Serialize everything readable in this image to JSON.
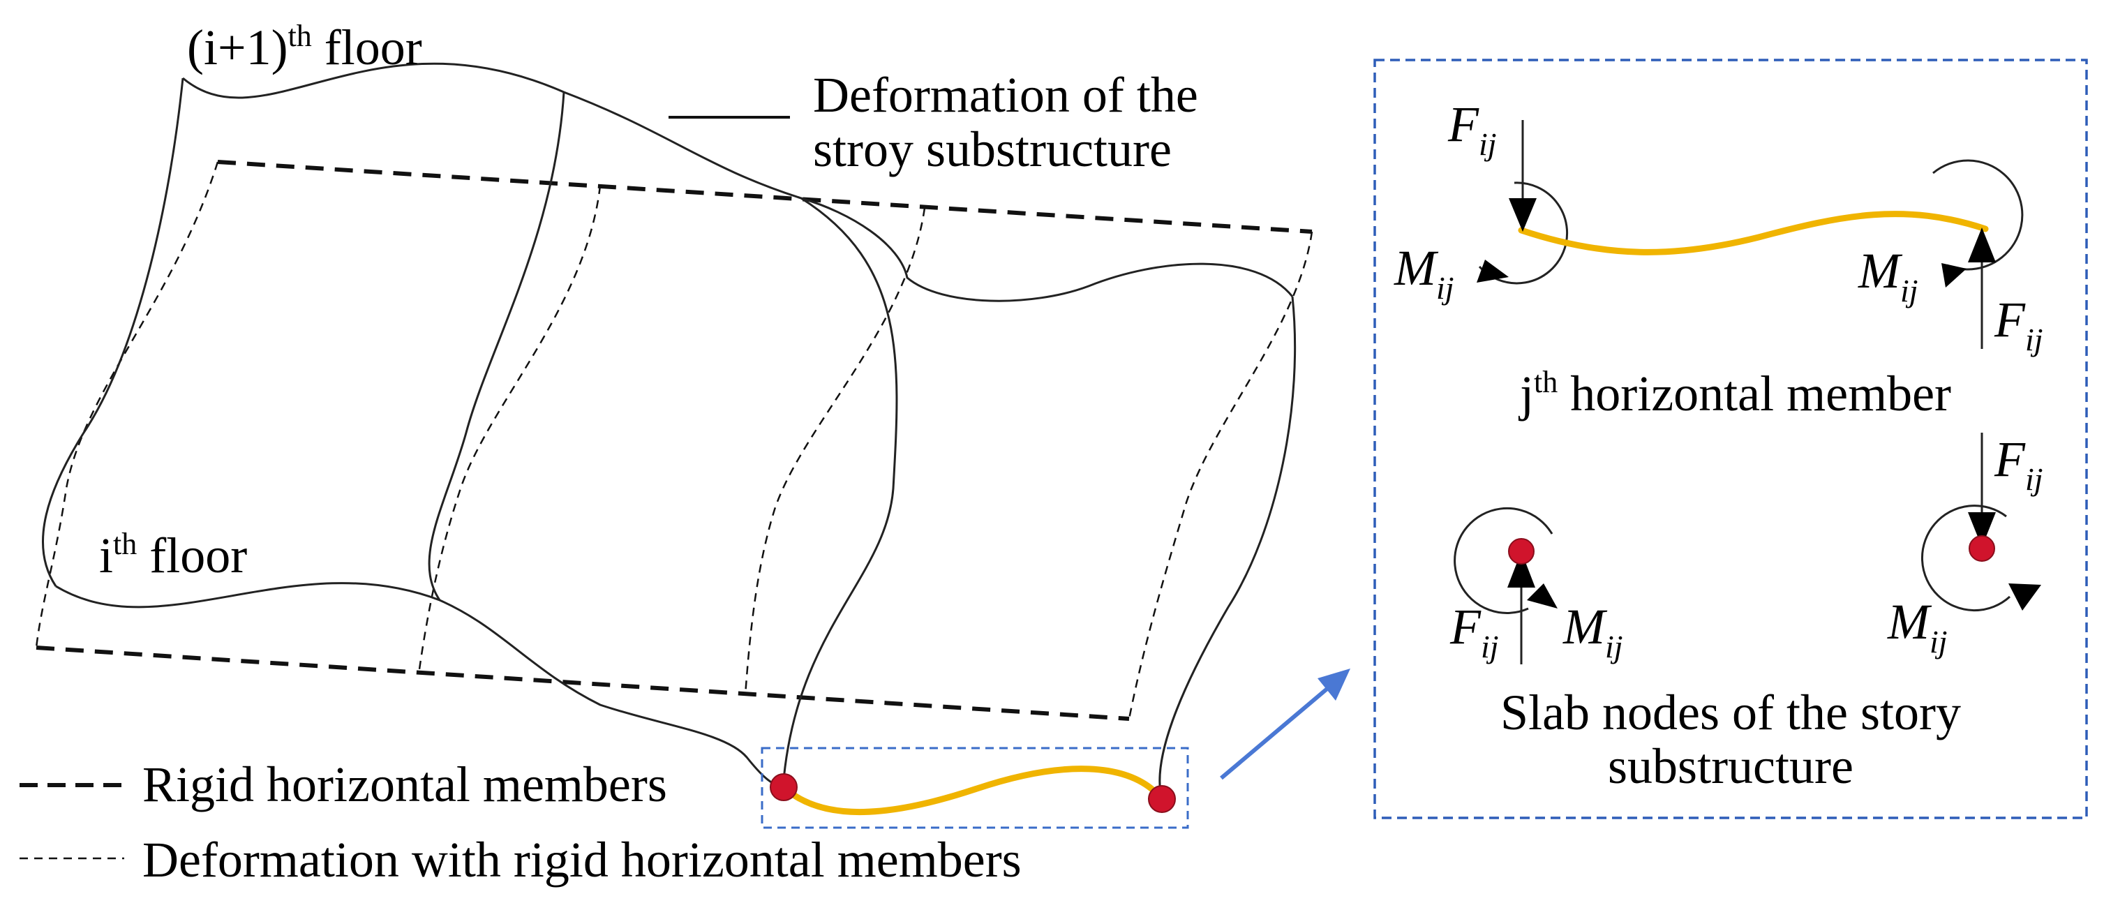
{
  "left": {
    "upper_floor_label": {
      "base": "(i+1)",
      "sup": "th",
      "rest": " floor"
    },
    "lower_floor_label": {
      "base": "i",
      "sup": "th",
      "rest": " floor"
    }
  },
  "legend": {
    "solid": "Deformation of the",
    "solid_line2": "stroy substructure",
    "dash_thick": "Rigid horizontal members",
    "dash_thin": "Deformation with rigid horizontal members"
  },
  "panel": {
    "member_caption": {
      "base": "j",
      "sup": "th",
      "rest": " horizontal member"
    },
    "nodes_caption_line1": "Slab nodes of the story",
    "nodes_caption_line2": "substructure",
    "force_symbol": "F",
    "moment_symbol": "M",
    "subscript": "ij"
  },
  "colors": {
    "member": "#F0B400",
    "node": "#D0142C",
    "callout_border": "#3A6CC8",
    "arrow": "#4A78D4",
    "line": "#222222"
  }
}
